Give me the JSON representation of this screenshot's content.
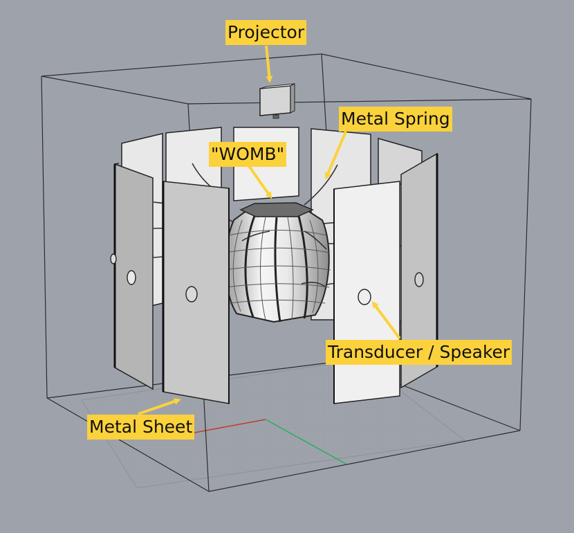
{
  "labels": {
    "projector": "Projector",
    "metal_spring": "Metal Spring",
    "womb": "\"WOMB\"",
    "transducer": "Transducer / Speaker",
    "metal_sheet": "Metal Sheet"
  },
  "colors": {
    "background": "#9ea3ab",
    "callout_fill": "#fcd23c",
    "callout_arrow": "#fcd23c",
    "panel_light": "#eeeeee",
    "panel_dark": "#b7b7b7",
    "floor_grid": "#8d9198",
    "axis_x": "#c0392b",
    "axis_y": "#27ae60"
  }
}
